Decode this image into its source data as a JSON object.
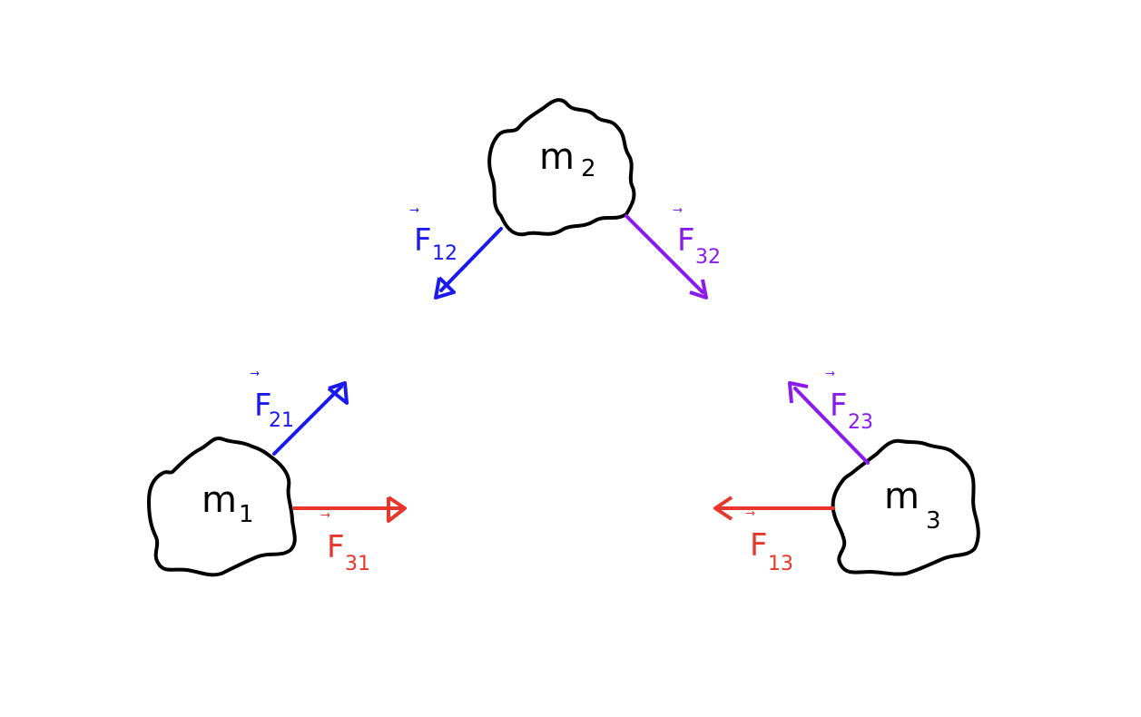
{
  "masses": {
    "m1": {
      "letter": "m",
      "sub": "1"
    },
    "m2": {
      "letter": "m",
      "sub": "2"
    },
    "m3": {
      "letter": "m",
      "sub": "3"
    }
  },
  "forces": {
    "F12": {
      "letter": "F",
      "sub": "12",
      "vector_mark": "⃗",
      "color": "#1a1aee"
    },
    "F21": {
      "letter": "F",
      "sub": "21",
      "vector_mark": "⃗",
      "color": "#1a1aee"
    },
    "F32": {
      "letter": "F",
      "sub": "32",
      "vector_mark": "⃗",
      "color": "#8a1aee"
    },
    "F23": {
      "letter": "F",
      "sub": "23",
      "vector_mark": "⃗",
      "color": "#8a1aee"
    },
    "F31": {
      "letter": "F",
      "sub": "31",
      "vector_mark": "⃗",
      "color": "#e8362a"
    },
    "F13": {
      "letter": "F",
      "sub": "13",
      "vector_mark": "⃗",
      "color": "#e8362a"
    }
  },
  "colors": {
    "outline": "#000000",
    "blue": "#1a1aee",
    "purple": "#8a1aee",
    "red": "#e8362a"
  }
}
